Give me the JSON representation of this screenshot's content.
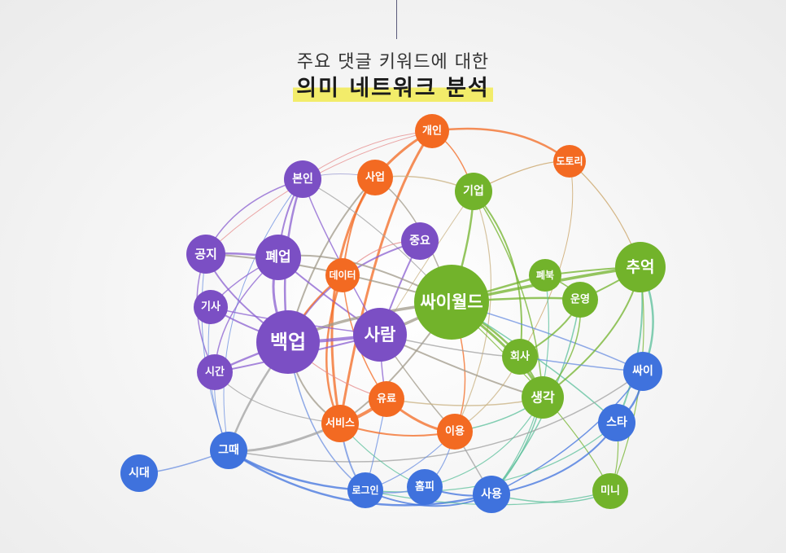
{
  "header": {
    "subtitle": "주요 댓글 키워드에 대한",
    "title": "의미 네트워크 분석"
  },
  "colors": {
    "purple": "#7b4fc4",
    "orange": "#f36a22",
    "green": "#72b32b",
    "blue": "#3f72dd",
    "highlight": "#f2ec6a"
  },
  "network": {
    "nodes": [
      {
        "id": "개인",
        "group": "orange"
      },
      {
        "id": "도토리",
        "group": "orange"
      },
      {
        "id": "사업",
        "group": "orange"
      },
      {
        "id": "본인",
        "group": "purple"
      },
      {
        "id": "기업",
        "group": "green"
      },
      {
        "id": "중요",
        "group": "purple"
      },
      {
        "id": "공지",
        "group": "purple"
      },
      {
        "id": "폐업",
        "group": "purple"
      },
      {
        "id": "데이터",
        "group": "orange"
      },
      {
        "id": "싸이월드",
        "group": "green"
      },
      {
        "id": "폐북",
        "group": "green"
      },
      {
        "id": "추억",
        "group": "green"
      },
      {
        "id": "운영",
        "group": "green"
      },
      {
        "id": "기사",
        "group": "purple"
      },
      {
        "id": "백업",
        "group": "purple"
      },
      {
        "id": "사람",
        "group": "purple"
      },
      {
        "id": "회사",
        "group": "green"
      },
      {
        "id": "싸이",
        "group": "blue"
      },
      {
        "id": "시간",
        "group": "purple"
      },
      {
        "id": "유료",
        "group": "orange"
      },
      {
        "id": "생각",
        "group": "green"
      },
      {
        "id": "서비스",
        "group": "orange"
      },
      {
        "id": "스타",
        "group": "blue"
      },
      {
        "id": "이용",
        "group": "orange"
      },
      {
        "id": "그때",
        "group": "blue"
      },
      {
        "id": "시대",
        "group": "blue"
      },
      {
        "id": "홈피",
        "group": "blue"
      },
      {
        "id": "로그인",
        "group": "blue"
      },
      {
        "id": "사용",
        "group": "blue"
      },
      {
        "id": "미니",
        "group": "green"
      }
    ]
  }
}
